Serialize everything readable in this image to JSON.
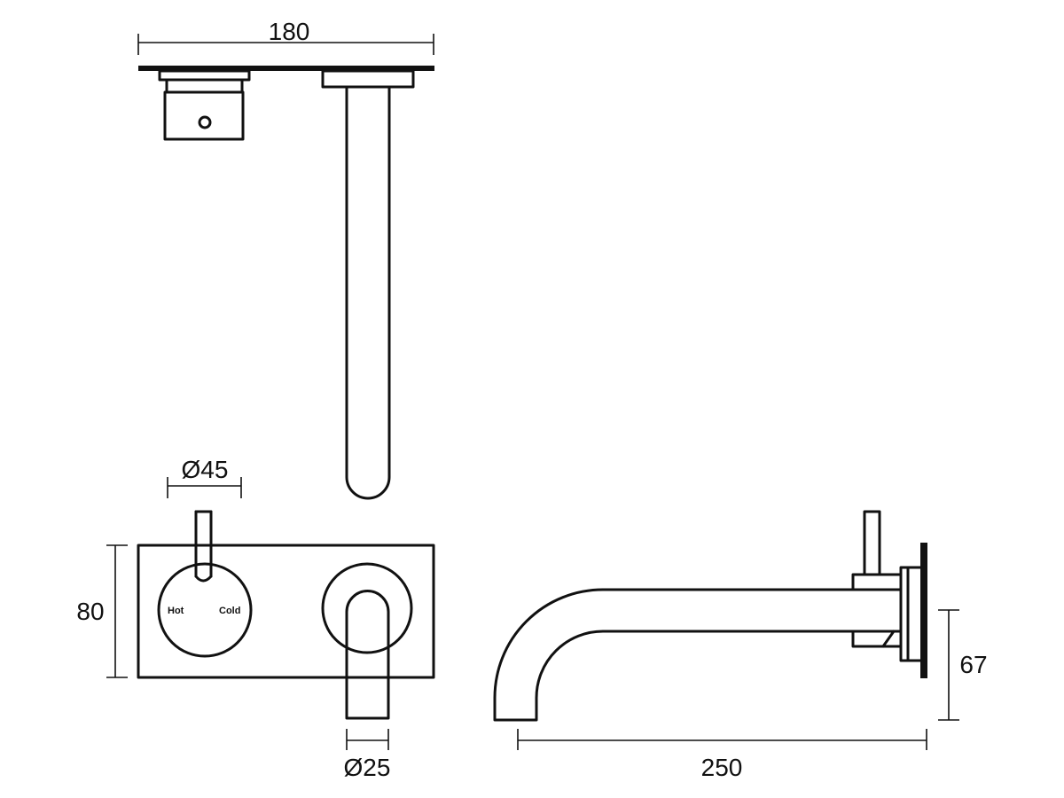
{
  "colors": {
    "line": "#111111",
    "background": "#ffffff"
  },
  "dimensions": {
    "top_width": "180",
    "handle_diameter": "Ø45",
    "plate_height": "80",
    "spout_diameter": "Ø25",
    "spout_length": "250",
    "spout_height": "67"
  },
  "handle_labels": {
    "hot": "Hot",
    "cold": "Cold"
  }
}
